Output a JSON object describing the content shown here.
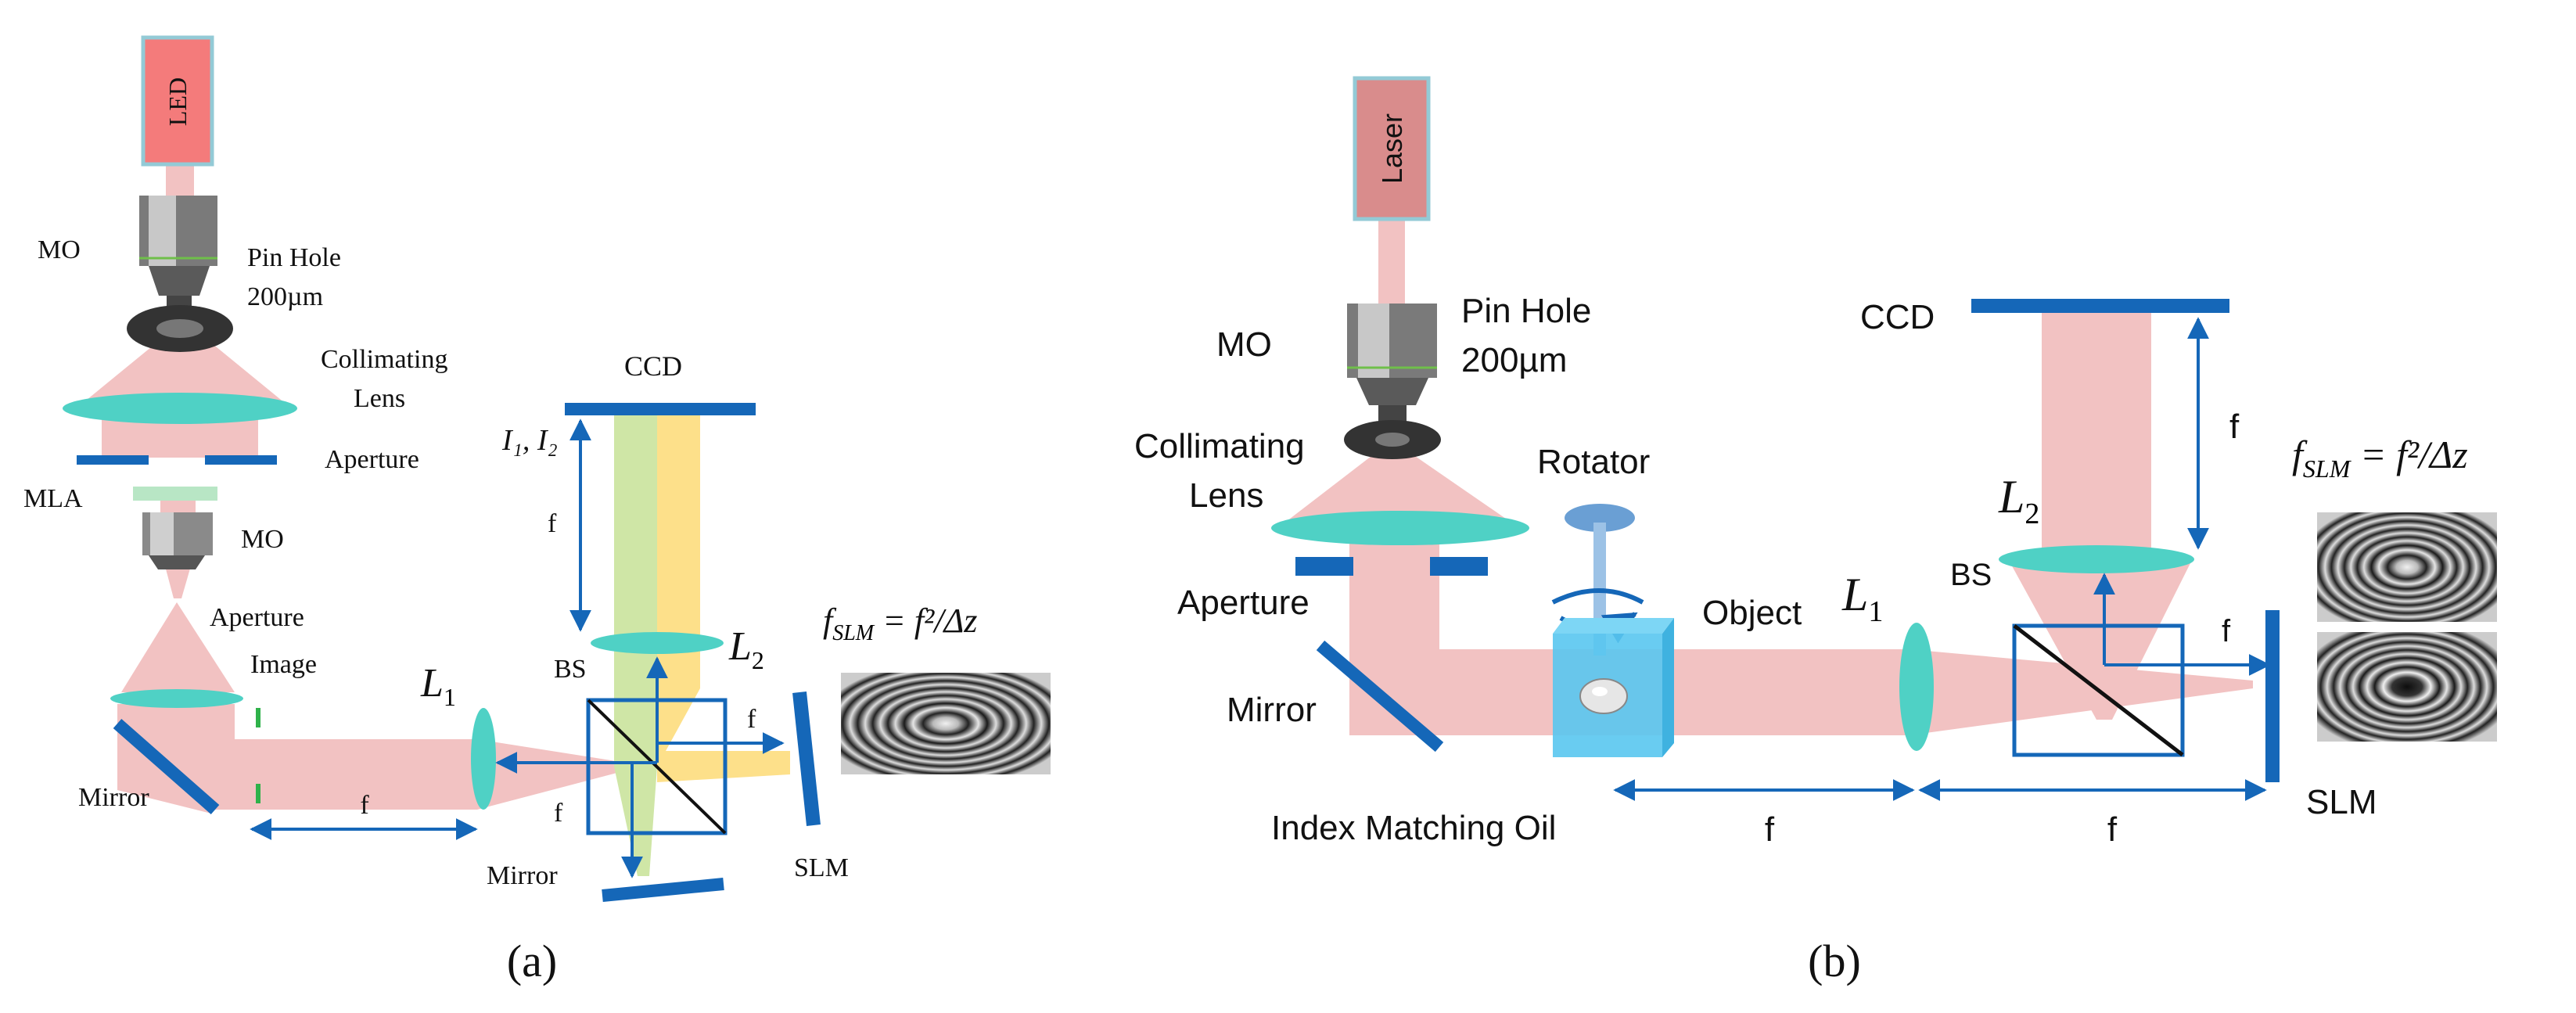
{
  "panel_a": {
    "caption": "(a)",
    "source": "LED",
    "mo_top": "MO",
    "pinhole": "Pin Hole",
    "pinhole_size": "200µm",
    "collimating": "Collimating",
    "lens": "Lens",
    "aperture": "Aperture",
    "mla": "MLA",
    "mo_bottom": "MO",
    "aperture_image_1": "Aperture",
    "aperture_image_2": "Image",
    "mirror_left": "Mirror",
    "mirror_bottom": "Mirror",
    "ccd": "CCD",
    "intensities": "I₁, I₂",
    "f_vertical": "f",
    "f_bs_right": "f",
    "f_bs_below": "f",
    "f_bottom": "f",
    "l1_main": "L",
    "l1_sub": "1",
    "l2_main": "L",
    "l2_sub": "2",
    "bs": "BS",
    "slm": "SLM",
    "formula_f": "f",
    "formula_sub": "SLM",
    "formula_rest": " = f²/Δz"
  },
  "panel_b": {
    "caption": "(b)",
    "source": "Laser",
    "mo": "MO",
    "pinhole": "Pin Hole",
    "pinhole_size": "200µm",
    "collimating": "Collimating",
    "lens": "Lens",
    "aperture": "Aperture",
    "mirror": "Mirror",
    "rotator": "Rotator",
    "object": "Object",
    "index_oil": "Index Matching Oil",
    "ccd": "CCD",
    "f_vertical": "f",
    "f_bs": "f",
    "f_bottom_left": "f",
    "f_bottom_right": "f",
    "l1_main": "L",
    "l1_sub": "1",
    "l2_main": "L",
    "l2_sub": "2",
    "bs": "BS",
    "slm": "SLM",
    "formula_f": "f",
    "formula_sub": "SLM",
    "formula_rest": " = f²/Δz"
  },
  "colors": {
    "beam": "#f2c2c2",
    "lens": "#4fd1c5",
    "blue": "#1567b8",
    "led": "#f47b7b",
    "laser": "#d98c8c",
    "green_beam": "#cfe6a6",
    "yellow_beam": "#fde08a",
    "cube": "#59c6f0"
  }
}
